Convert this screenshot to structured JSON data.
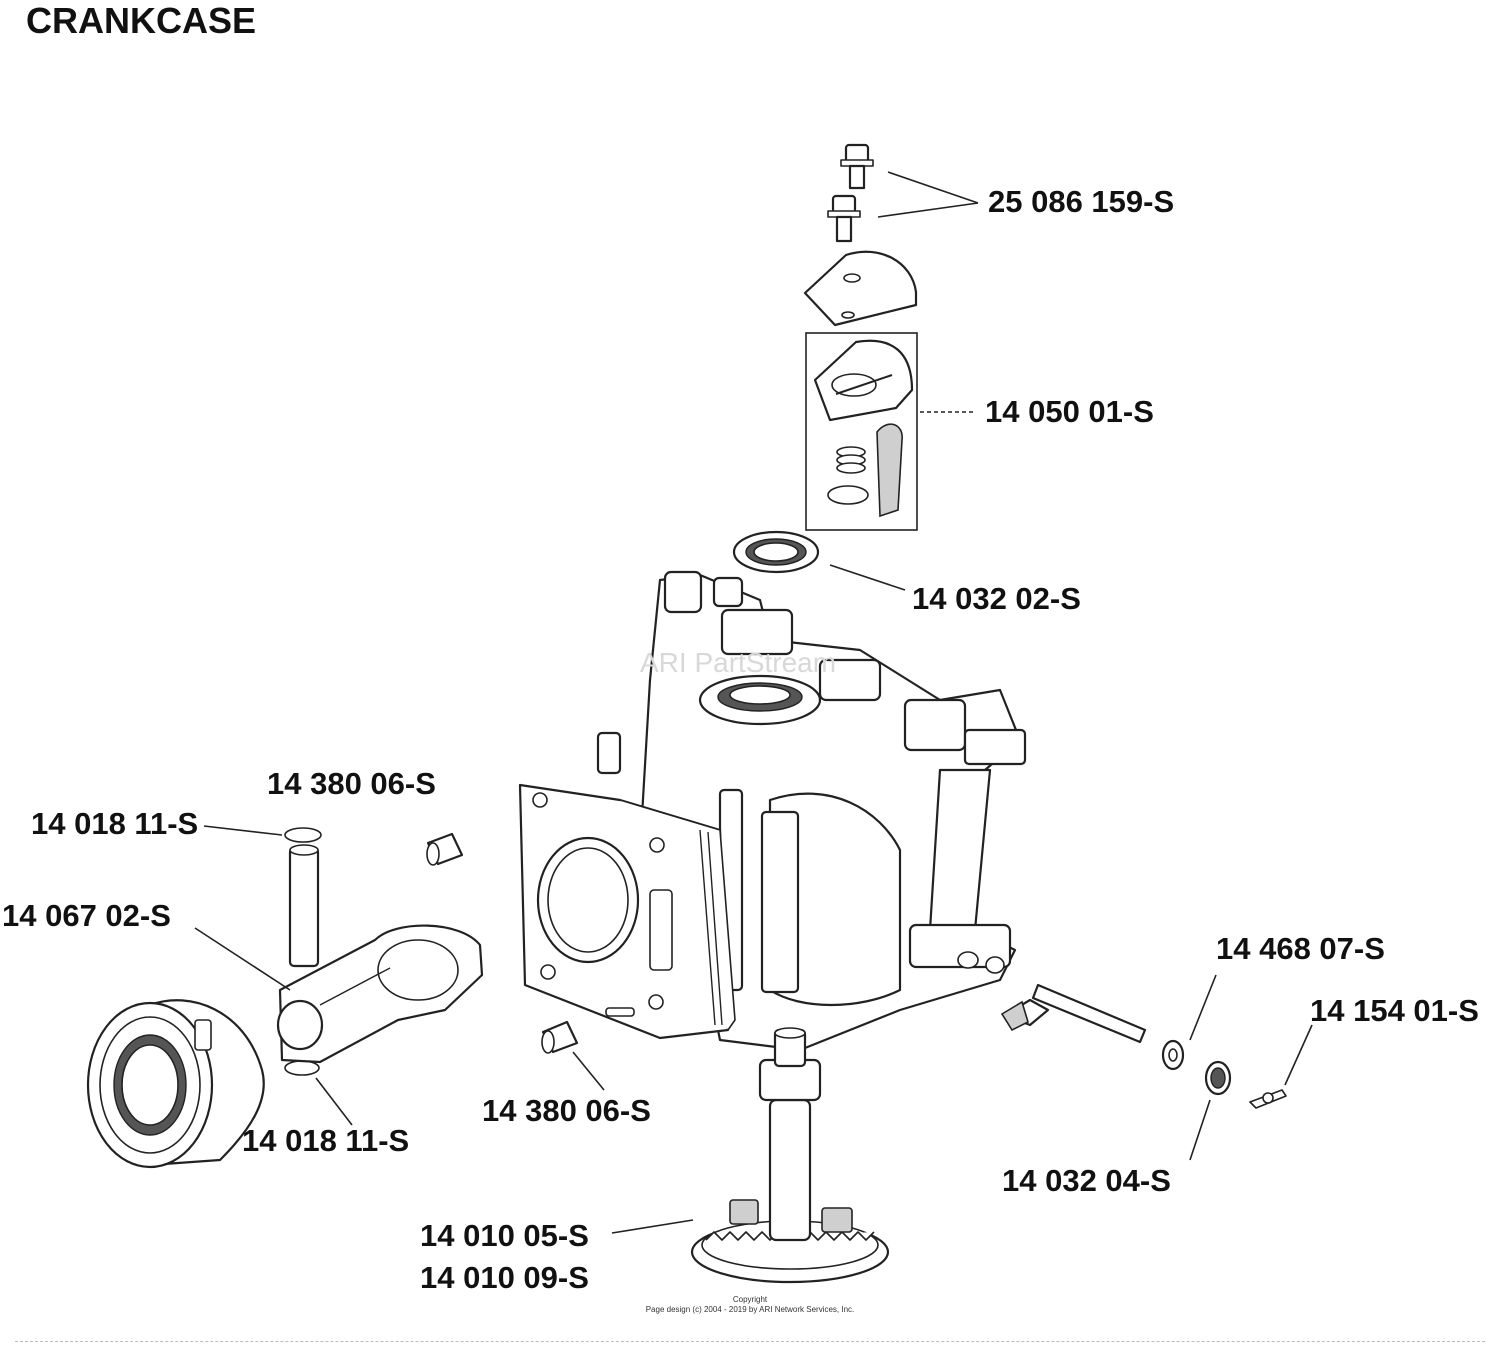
{
  "title": "CRANKCASE",
  "watermark": "ARI PartStream",
  "copyright": {
    "line1": "Copyright",
    "line2": "Page design (c) 2004 - 2019 by ARI Network Services, Inc."
  },
  "callouts": [
    {
      "id": "c1",
      "label": "25 086 159-S"
    },
    {
      "id": "c2",
      "label": "14 050 01-S"
    },
    {
      "id": "c3",
      "label": "14 032 02-S"
    },
    {
      "id": "c4",
      "label": "14 380 06-S"
    },
    {
      "id": "c5",
      "label": "14 018 11-S"
    },
    {
      "id": "c6",
      "label": "14 067 02-S"
    },
    {
      "id": "c7",
      "label": "14 018 11-S"
    },
    {
      "id": "c8",
      "label": "14 380 06-S"
    },
    {
      "id": "c9",
      "label": "14 468 07-S"
    },
    {
      "id": "c10",
      "label": "14 154 01-S"
    },
    {
      "id": "c11",
      "label": "14 032 04-S"
    },
    {
      "id": "c12",
      "label": "14 010 05-S"
    },
    {
      "id": "c13",
      "label": "14 010 09-S"
    }
  ]
}
